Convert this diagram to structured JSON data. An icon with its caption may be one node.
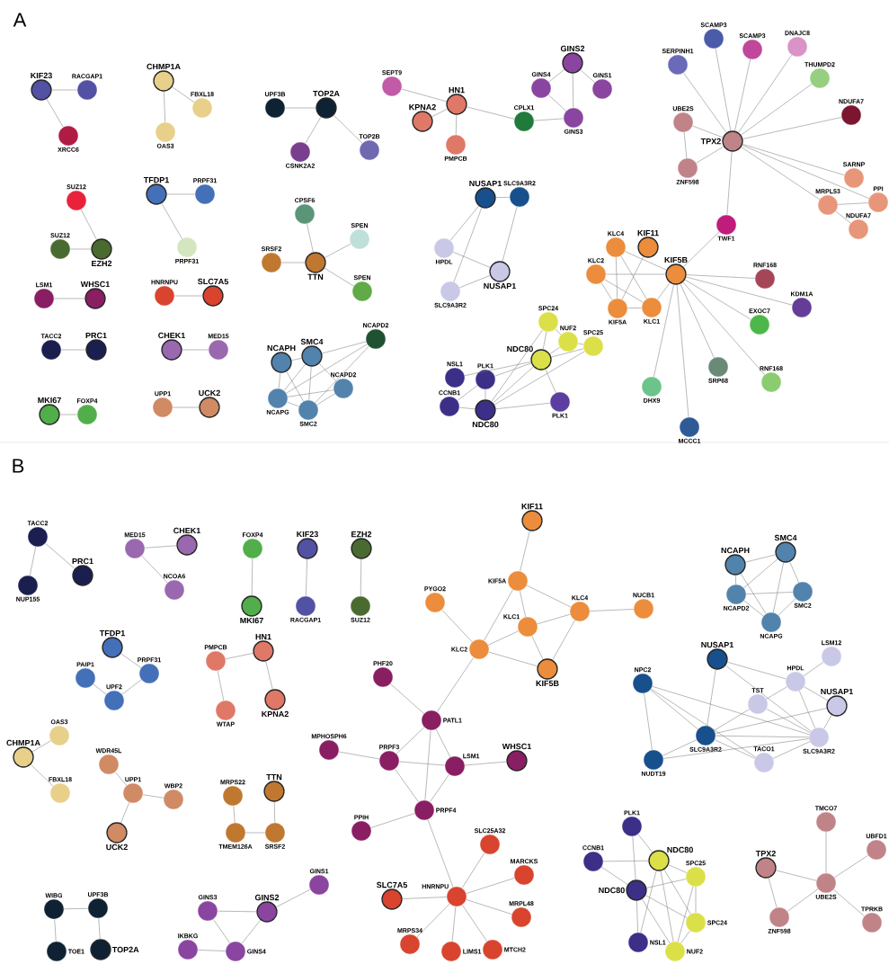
{
  "diagram": {
    "nodes": [
      {
        "text": [
          "KIF23"
        ]
      },
      {
        "text": [
          "RACGAP1"
        ]
      },
      {
        "text": [
          "XRCC6"
        ]
      },
      {
        "text": [
          "CHMP1A"
        ]
      },
      {
        "text": [
          "FBXL18"
        ]
      },
      {
        "text": [
          "OAS3"
        ]
      },
      {
        "text": [
          "UPF3B"
        ]
      },
      {
        "text": [
          "TOP2A"
        ]
      },
      {
        "text": [
          "CSNK2A2"
        ]
      },
      {
        "text": [
          "TOP2B"
        ]
      },
      {
        "text": [
          "SEPT9"
        ]
      },
      {
        "text": [
          "HN1"
        ]
      },
      {
        "text": [
          "KPNA2"
        ]
      },
      {
        "text": [
          "PMPCB"
        ]
      },
      {
        "text": [
          "CPLX1"
        ]
      },
      {
        "text": [
          "GINS2"
        ]
      },
      {
        "text": [
          "GINS4"
        ]
      },
      {
        "text": [
          "GINS1"
        ]
      },
      {
        "text": [
          "GINS3"
        ]
      },
      {
        "text": [
          "SCAMP3"
        ]
      },
      {
        "text": [
          "SCAMP3"
        ]
      },
      {
        "text": [
          "DNAJC8"
        ]
      },
      {
        "text": [
          "SERPINH1"
        ]
      },
      {
        "text": [
          "THUMPD2"
        ]
      },
      {
        "text": [
          "UBE2S"
        ]
      },
      {
        "text": [
          "NDUFA7"
        ]
      },
      {
        "text": [
          "TPX2"
        ]
      },
      {
        "text": [
          "ZNF598"
        ]
      },
      {
        "text": [
          "SARNP"
        ]
      },
      {
        "text": [
          "MRPL53"
        ]
      },
      {
        "text": [
          "PPI"
        ]
      },
      {
        "text": [
          "NDUFA7"
        ]
      },
      {
        "text": [
          "TWF1"
        ]
      },
      {
        "text": [
          "KIF5B"
        ]
      },
      {
        "text": [
          "KLC4"
        ]
      },
      {
        "text": [
          "KIF11"
        ]
      },
      {
        "text": [
          "KLC2"
        ]
      },
      {
        "text": [
          "KIF5A"
        ]
      },
      {
        "text": [
          "KLC1"
        ]
      },
      {
        "text": [
          "RNF168"
        ]
      },
      {
        "text": [
          "KDM1A"
        ]
      },
      {
        "text": [
          "EXOC7"
        ]
      },
      {
        "text": [
          "SRP68"
        ]
      },
      {
        "text": [
          "RNF168"
        ]
      },
      {
        "text": [
          "DHX9"
        ]
      },
      {
        "text": [
          "MCCC1"
        ]
      },
      {
        "text": [
          "NUSAP1"
        ]
      },
      {
        "text": [
          "SLC9A3R2"
        ]
      },
      {
        "text": [
          "HPDL"
        ]
      },
      {
        "text": [
          "NUSAP1"
        ]
      },
      {
        "text": [
          "SLC9A3R2"
        ]
      },
      {
        "text": [
          "CPSF6"
        ]
      },
      {
        "text": [
          "SPEN"
        ]
      },
      {
        "text": [
          "SRSF2"
        ]
      },
      {
        "text": [
          "TTN"
        ]
      },
      {
        "text": [
          "SPEN"
        ]
      },
      {
        "text": [
          "SUZ12"
        ]
      },
      {
        "text": [
          "SUZ12"
        ]
      },
      {
        "text": [
          "EZH2"
        ]
      },
      {
        "text": [
          "TFDP1"
        ]
      },
      {
        "text": [
          "PRPF31"
        ]
      },
      {
        "text": [
          "PRPF31"
        ]
      },
      {
        "text": [
          "LSM1"
        ]
      },
      {
        "text": [
          "WHSC1"
        ]
      },
      {
        "text": [
          "HNRNPU"
        ]
      },
      {
        "text": [
          "SLC7A5"
        ]
      },
      {
        "text": [
          "TACC2"
        ]
      },
      {
        "text": [
          "PRC1"
        ]
      },
      {
        "text": [
          "CHEK1"
        ]
      },
      {
        "text": [
          "MED15"
        ]
      },
      {
        "text": [
          "MKI67"
        ]
      },
      {
        "text": [
          "FOXP4"
        ]
      },
      {
        "text": [
          "UPP1"
        ]
      },
      {
        "text": [
          "UCK2"
        ]
      },
      {
        "text": [
          "NCAPH"
        ]
      },
      {
        "text": [
          "SMC4"
        ]
      },
      {
        "text": [
          "NCAPD2"
        ]
      },
      {
        "text": [
          "NCAPD2"
        ]
      },
      {
        "text": [
          "NCAPG"
        ]
      },
      {
        "text": [
          "SMC2"
        ]
      },
      {
        "text": [
          "SPC24"
        ]
      },
      {
        "text": [
          "NUF2"
        ]
      },
      {
        "text": [
          "SPC25"
        ]
      },
      {
        "text": [
          "NDC80"
        ]
      },
      {
        "text": [
          "NSL1"
        ]
      },
      {
        "text": [
          "PLK1"
        ]
      },
      {
        "text": [
          "CCNB1"
        ]
      },
      {
        "text": [
          "NDC80"
        ]
      },
      {
        "text": [
          "PLK1"
        ]
      },
      {
        "text": [
          "TACC2"
        ]
      },
      {
        "text": [
          "NUP155"
        ]
      },
      {
        "text": [
          "PRC1"
        ]
      },
      {
        "text": [
          "MED15"
        ]
      },
      {
        "text": [
          "CHEK1"
        ]
      },
      {
        "text": [
          "NCOA6"
        ]
      },
      {
        "text": [
          "FOXP4"
        ]
      },
      {
        "text": [
          "MKI67"
        ]
      },
      {
        "text": [
          "KIF23"
        ]
      },
      {
        "text": [
          "RACGAP1"
        ]
      },
      {
        "text": [
          "EZH2"
        ]
      },
      {
        "text": [
          "SUZ12"
        ]
      },
      {
        "text": [
          "TFDP1"
        ]
      },
      {
        "text": [
          "PAIP1"
        ]
      },
      {
        "text": [
          "PRPF31"
        ]
      },
      {
        "text": [
          "UPF2"
        ]
      },
      {
        "text": [
          "PMPCB"
        ]
      },
      {
        "text": [
          "HN1"
        ]
      },
      {
        "text": [
          "WTAP"
        ]
      },
      {
        "text": [
          "KPNA2"
        ]
      },
      {
        "text": [
          "OAS3"
        ]
      },
      {
        "text": [
          "CHMP1A"
        ]
      },
      {
        "text": [
          "FBXL18"
        ]
      },
      {
        "text": [
          "WDR45L"
        ]
      },
      {
        "text": [
          "UPP1"
        ]
      },
      {
        "text": [
          "WBP2"
        ]
      },
      {
        "text": [
          "UCK2"
        ]
      },
      {
        "text": [
          "MRPS22"
        ]
      },
      {
        "text": [
          "TTN"
        ]
      },
      {
        "text": [
          "TMEM126A"
        ]
      },
      {
        "text": [
          "SRSF2"
        ]
      },
      {
        "text": [
          "WIBG"
        ]
      },
      {
        "text": [
          "UPF3B"
        ]
      },
      {
        "text": [
          "TOE1"
        ]
      },
      {
        "text": [
          "TOP2A"
        ]
      },
      {
        "text": [
          "GINS3"
        ]
      },
      {
        "text": [
          "GINS2"
        ]
      },
      {
        "text": [
          "GINS1"
        ]
      },
      {
        "text": [
          "IKBKG"
        ]
      },
      {
        "text": [
          "GINS4"
        ]
      },
      {
        "text": [
          "KIF11"
        ]
      },
      {
        "text": [
          "KIF5A"
        ]
      },
      {
        "text": [
          "PYGO2"
        ]
      },
      {
        "text": [
          "KLC4"
        ]
      },
      {
        "text": [
          "NUCB1"
        ]
      },
      {
        "text": [
          "KLC1"
        ]
      },
      {
        "text": [
          "KLC2"
        ]
      },
      {
        "text": [
          "KIF5B"
        ]
      },
      {
        "text": [
          "PHF20"
        ]
      },
      {
        "text": [
          "PATL1"
        ]
      },
      {
        "text": [
          "MPHOSPH6"
        ]
      },
      {
        "text": [
          "PRPF3"
        ]
      },
      {
        "text": [
          "LSM1"
        ]
      },
      {
        "text": [
          "WHSC1"
        ]
      },
      {
        "text": [
          "PRPF4"
        ]
      },
      {
        "text": [
          "PPIH"
        ]
      },
      {
        "text": [
          "SLC25A32"
        ]
      },
      {
        "text": [
          "MARCKS"
        ]
      },
      {
        "text": [
          "SLC7A5"
        ]
      },
      {
        "text": [
          "HNRNPU"
        ]
      },
      {
        "text": [
          "MRPL48"
        ]
      },
      {
        "text": [
          "MRPS34"
        ]
      },
      {
        "text": [
          "LIMS1"
        ]
      },
      {
        "text": [
          "MTCH2"
        ]
      },
      {
        "text": [
          "NCAPH"
        ]
      },
      {
        "text": [
          "SMC4"
        ]
      },
      {
        "text": [
          "NCAPD2"
        ]
      },
      {
        "text": [
          "SMC2"
        ]
      },
      {
        "text": [
          "NCAPG"
        ]
      },
      {
        "text": [
          "NUSAP1"
        ]
      },
      {
        "text": [
          "LSM12"
        ]
      },
      {
        "text": [
          "HPDL"
        ]
      },
      {
        "text": [
          "NPC2"
        ]
      },
      {
        "text": [
          "TST"
        ]
      },
      {
        "text": [
          "NUSAP1"
        ]
      },
      {
        "text": [
          "SLC9A3R2"
        ]
      },
      {
        "text": [
          "TACO1"
        ]
      },
      {
        "text": [
          "SLC9A3R2"
        ]
      },
      {
        "text": [
          "NUDT19"
        ]
      },
      {
        "text": [
          "PLK1"
        ]
      },
      {
        "text": [
          "CCNB1"
        ]
      },
      {
        "text": [
          "NDC80"
        ]
      },
      {
        "text": [
          "SPC25"
        ]
      },
      {
        "text": [
          "NDC80"
        ]
      },
      {
        "text": [
          "SPC24"
        ]
      },
      {
        "text": [
          "NSL1"
        ]
      },
      {
        "text": [
          "NUF2"
        ]
      },
      {
        "text": [
          "TPX2"
        ]
      },
      {
        "text": [
          "TMCO7"
        ]
      },
      {
        "text": [
          "UBFD1"
        ]
      },
      {
        "text": [
          "UBE2S"
        ]
      },
      {
        "text": [
          "ZNF598"
        ]
      },
      {
        "text": [
          "TPRKB"
        ]
      }
    ],
    "edges": [
      {
        "from": 0,
        "to": 1,
        "arrow": "none"
      },
      {
        "from": 0,
        "to": 2,
        "arrow": "none"
      },
      {
        "from": 3,
        "to": 4,
        "arrow": "none"
      },
      {
        "from": 3,
        "to": 5,
        "arrow": "none"
      },
      {
        "from": 6,
        "to": 7,
        "arrow": "none"
      },
      {
        "from": 7,
        "to": 8,
        "arrow": "none"
      },
      {
        "from": 7,
        "to": 9,
        "arrow": "none"
      },
      {
        "from": 10,
        "to": 11,
        "arrow": "none"
      },
      {
        "from": 11,
        "to": 12,
        "arrow": "none"
      },
      {
        "from": 11,
        "to": 13,
        "arrow": "none"
      },
      {
        "from": 11,
        "to": 14,
        "arrow": "none"
      },
      {
        "from": 14,
        "to": 18,
        "arrow": "none"
      },
      {
        "from": 15,
        "to": 16,
        "arrow": "none"
      },
      {
        "from": 15,
        "to": 17,
        "arrow": "none"
      },
      {
        "from": 15,
        "to": 18,
        "arrow": "none"
      },
      {
        "from": 16,
        "to": 18,
        "arrow": "none"
      },
      {
        "from": 26,
        "to": 19,
        "arrow": "none"
      },
      {
        "from": 26,
        "to": 20,
        "arrow": "none"
      },
      {
        "from": 26,
        "to": 21,
        "arrow": "none"
      },
      {
        "from": 26,
        "to": 22,
        "arrow": "none"
      },
      {
        "from": 26,
        "to": 23,
        "arrow": "none"
      },
      {
        "from": 26,
        "to": 25,
        "arrow": "none"
      },
      {
        "from": 26,
        "to": 24,
        "arrow": "none"
      },
      {
        "from": 26,
        "to": 27,
        "arrow": "none"
      },
      {
        "from": 24,
        "to": 27,
        "arrow": "none"
      },
      {
        "from": 26,
        "to": 28,
        "arrow": "none"
      },
      {
        "from": 26,
        "to": 29,
        "arrow": "none"
      },
      {
        "from": 26,
        "to": 30,
        "arrow": "none"
      },
      {
        "from": 29,
        "to": 30,
        "arrow": "none"
      },
      {
        "from": 29,
        "to": 31,
        "arrow": "none"
      },
      {
        "from": 26,
        "to": 32,
        "arrow": "none"
      },
      {
        "from": 32,
        "to": 33,
        "arrow": "none"
      },
      {
        "from": 33,
        "to": 34,
        "arrow": "none"
      },
      {
        "from": 33,
        "to": 36,
        "arrow": "none"
      },
      {
        "from": 33,
        "to": 38,
        "arrow": "none"
      },
      {
        "from": 33,
        "to": 39,
        "arrow": "none"
      },
      {
        "from": 33,
        "to": 40,
        "arrow": "none"
      },
      {
        "from": 33,
        "to": 41,
        "arrow": "none"
      },
      {
        "from": 33,
        "to": 42,
        "arrow": "none"
      },
      {
        "from": 33,
        "to": 43,
        "arrow": "none"
      },
      {
        "from": 33,
        "to": 44,
        "arrow": "none"
      },
      {
        "from": 33,
        "to": 45,
        "arrow": "none"
      },
      {
        "from": 34,
        "to": 37,
        "arrow": "none"
      },
      {
        "from": 34,
        "to": 38,
        "arrow": "none"
      },
      {
        "from": 36,
        "to": 37,
        "arrow": "none"
      },
      {
        "from": 36,
        "to": 38,
        "arrow": "none"
      },
      {
        "from": 37,
        "to": 38,
        "arrow": "none"
      },
      {
        "from": 35,
        "to": 37,
        "arrow": "none"
      },
      {
        "from": 46,
        "to": 47,
        "arrow": "none"
      },
      {
        "from": 46,
        "to": 48,
        "arrow": "none"
      },
      {
        "from": 46,
        "to": 50,
        "arrow": "none"
      },
      {
        "from": 47,
        "to": 49,
        "arrow": "none"
      },
      {
        "from": 48,
        "to": 49,
        "arrow": "none"
      },
      {
        "from": 49,
        "to": 50,
        "arrow": "none"
      },
      {
        "from": 51,
        "to": 54,
        "arrow": "none"
      },
      {
        "from": 54,
        "to": 52,
        "arrow": "none"
      },
      {
        "from": 53,
        "to": 54,
        "arrow": "none"
      },
      {
        "from": 54,
        "to": 55,
        "arrow": "none"
      },
      {
        "from": 56,
        "to": 58,
        "arrow": "none"
      },
      {
        "from": 57,
        "to": 58,
        "arrow": "none"
      },
      {
        "from": 59,
        "to": 60,
        "arrow": "none"
      },
      {
        "from": 59,
        "to": 61,
        "arrow": "none"
      },
      {
        "from": 62,
        "to": 63,
        "arrow": "none"
      },
      {
        "from": 64,
        "to": 65,
        "arrow": "none"
      },
      {
        "from": 66,
        "to": 67,
        "arrow": "none"
      },
      {
        "from": 68,
        "to": 69,
        "arrow": "none"
      },
      {
        "from": 70,
        "to": 71,
        "arrow": "none"
      },
      {
        "from": 72,
        "to": 73,
        "arrow": "none"
      },
      {
        "from": 74,
        "to": 75,
        "arrow": "none"
      },
      {
        "from": 74,
        "to": 78,
        "arrow": "none"
      },
      {
        "from": 74,
        "to": 79,
        "arrow": "none"
      },
      {
        "from": 75,
        "to": 76,
        "arrow": "none"
      },
      {
        "from": 75,
        "to": 77,
        "arrow": "none"
      },
      {
        "from": 75,
        "to": 78,
        "arrow": "none"
      },
      {
        "from": 75,
        "to": 79,
        "arrow": "none"
      },
      {
        "from": 76,
        "to": 78,
        "arrow": "none"
      },
      {
        "from": 76,
        "to": 79,
        "arrow": "none"
      },
      {
        "from": 77,
        "to": 78,
        "arrow": "none"
      },
      {
        "from": 77,
        "to": 79,
        "arrow": "none"
      },
      {
        "from": 78,
        "to": 79,
        "arrow": "none"
      },
      {
        "from": 83,
        "to": 80,
        "arrow": "none"
      },
      {
        "from": 83,
        "to": 81,
        "arrow": "none"
      },
      {
        "from": 83,
        "to": 82,
        "arrow": "none"
      },
      {
        "from": 80,
        "to": 81,
        "arrow": "none"
      },
      {
        "from": 81,
        "to": 82,
        "arrow": "none"
      },
      {
        "from": 83,
        "to": 85,
        "arrow": "none"
      },
      {
        "from": 83,
        "to": 88,
        "arrow": "none"
      },
      {
        "from": 83,
        "to": 87,
        "arrow": "none"
      },
      {
        "from": 84,
        "to": 83,
        "arrow": "none"
      },
      {
        "from": 85,
        "to": 87,
        "arrow": "none"
      },
      {
        "from": 86,
        "to": 87,
        "arrow": "none"
      },
      {
        "from": 86,
        "to": 85,
        "arrow": "none"
      },
      {
        "from": 87,
        "to": 88,
        "arrow": "none"
      },
      {
        "from": 87,
        "to": 82,
        "arrow": "none"
      },
      {
        "from": 87,
        "to": 80,
        "arrow": "none"
      },
      {
        "from": 89,
        "to": 90,
        "arrow": "none"
      },
      {
        "from": 89,
        "to": 91,
        "arrow": "none"
      },
      {
        "from": 92,
        "to": 93,
        "arrow": "none"
      },
      {
        "from": 92,
        "to": 94,
        "arrow": "none"
      },
      {
        "from": 95,
        "to": 96,
        "arrow": "none"
      },
      {
        "from": 97,
        "to": 98,
        "arrow": "none"
      },
      {
        "from": 99,
        "to": 100,
        "arrow": "none"
      },
      {
        "from": 101,
        "to": 103,
        "arrow": "none"
      },
      {
        "from": 102,
        "to": 104,
        "arrow": "none"
      },
      {
        "from": 104,
        "to": 103,
        "arrow": "none"
      },
      {
        "from": 105,
        "to": 106,
        "arrow": "none"
      },
      {
        "from": 105,
        "to": 107,
        "arrow": "none"
      },
      {
        "from": 106,
        "to": 108,
        "arrow": "none"
      },
      {
        "from": 110,
        "to": 109,
        "arrow": "none"
      },
      {
        "from": 110,
        "to": 111,
        "arrow": "none"
      },
      {
        "from": 112,
        "to": 113,
        "arrow": "none"
      },
      {
        "from": 113,
        "to": 114,
        "arrow": "none"
      },
      {
        "from": 113,
        "to": 115,
        "arrow": "none"
      },
      {
        "from": 116,
        "to": 118,
        "arrow": "none"
      },
      {
        "from": 118,
        "to": 119,
        "arrow": "none"
      },
      {
        "from": 117,
        "to": 119,
        "arrow": "none"
      },
      {
        "from": 120,
        "to": 121,
        "arrow": "none"
      },
      {
        "from": 120,
        "to": 122,
        "arrow": "none"
      },
      {
        "from": 121,
        "to": 123,
        "arrow": "none"
      },
      {
        "from": 124,
        "to": 125,
        "arrow": "none"
      },
      {
        "from": 125,
        "to": 126,
        "arrow": "none"
      },
      {
        "from": 124,
        "to": 128,
        "arrow": "none"
      },
      {
        "from": 125,
        "to": 128,
        "arrow": "none"
      },
      {
        "from": 127,
        "to": 128,
        "arrow": "none"
      },
      {
        "from": 129,
        "to": 130,
        "arrow": "none"
      },
      {
        "from": 130,
        "to": 135,
        "arrow": "none"
      },
      {
        "from": 130,
        "to": 134,
        "arrow": "none"
      },
      {
        "from": 130,
        "to": 132,
        "arrow": "none"
      },
      {
        "from": 132,
        "to": 133,
        "arrow": "none"
      },
      {
        "from": 134,
        "to": 132,
        "arrow": "none"
      },
      {
        "from": 134,
        "to": 135,
        "arrow": "none"
      },
      {
        "from": 134,
        "to": 136,
        "arrow": "none"
      },
      {
        "from": 132,
        "to": 136,
        "arrow": "none"
      },
      {
        "from": 131,
        "to": 135,
        "arrow": "none"
      },
      {
        "from": 135,
        "to": 136,
        "arrow": "none"
      },
      {
        "from": 135,
        "to": 138,
        "arrow": "none"
      },
      {
        "from": 137,
        "to": 138,
        "arrow": "none"
      },
      {
        "from": 138,
        "to": 140,
        "arrow": "none"
      },
      {
        "from": 138,
        "to": 141,
        "arrow": "none"
      },
      {
        "from": 138,
        "to": 143,
        "arrow": "none"
      },
      {
        "from": 139,
        "to": 140,
        "arrow": "none"
      },
      {
        "from": 140,
        "to": 141,
        "arrow": "none"
      },
      {
        "from": 140,
        "to": 143,
        "arrow": "none"
      },
      {
        "from": 141,
        "to": 142,
        "arrow": "none"
      },
      {
        "from": 141,
        "to": 143,
        "arrow": "none"
      },
      {
        "from": 144,
        "to": 143,
        "arrow": "none"
      },
      {
        "from": 143,
        "to": 148,
        "arrow": "none"
      },
      {
        "from": 148,
        "to": 145,
        "arrow": "none"
      },
      {
        "from": 148,
        "to": 146,
        "arrow": "none"
      },
      {
        "from": 148,
        "to": 147,
        "arrow": "none"
      },
      {
        "from": 148,
        "to": 149,
        "arrow": "none"
      },
      {
        "from": 148,
        "to": 150,
        "arrow": "none"
      },
      {
        "from": 148,
        "to": 151,
        "arrow": "none"
      },
      {
        "from": 148,
        "to": 152,
        "arrow": "none"
      },
      {
        "from": 153,
        "to": 154,
        "arrow": "none"
      },
      {
        "from": 153,
        "to": 157,
        "arrow": "none"
      },
      {
        "from": 153,
        "to": 155,
        "arrow": "none"
      },
      {
        "from": 154,
        "to": 155,
        "arrow": "none"
      },
      {
        "from": 154,
        "to": 156,
        "arrow": "none"
      },
      {
        "from": 154,
        "to": 157,
        "arrow": "none"
      },
      {
        "from": 155,
        "to": 156,
        "arrow": "none"
      },
      {
        "from": 155,
        "to": 157,
        "arrow": "none"
      },
      {
        "from": 156,
        "to": 157,
        "arrow": "none"
      },
      {
        "from": 158,
        "to": 160,
        "arrow": "none"
      },
      {
        "from": 158,
        "to": 164,
        "arrow": "none"
      },
      {
        "from": 158,
        "to": 166,
        "arrow": "none"
      },
      {
        "from": 160,
        "to": 159,
        "arrow": "none"
      },
      {
        "from": 160,
        "to": 163,
        "arrow": "none"
      },
      {
        "from": 160,
        "to": 162,
        "arrow": "none"
      },
      {
        "from": 160,
        "to": 166,
        "arrow": "none"
      },
      {
        "from": 161,
        "to": 167,
        "arrow": "none"
      },
      {
        "from": 161,
        "to": 164,
        "arrow": "none"
      },
      {
        "from": 161,
        "to": 165,
        "arrow": "none"
      },
      {
        "from": 161,
        "to": 166,
        "arrow": "none"
      },
      {
        "from": 164,
        "to": 162,
        "arrow": "none"
      },
      {
        "from": 164,
        "to": 163,
        "arrow": "none"
      },
      {
        "from": 164,
        "to": 165,
        "arrow": "none"
      },
      {
        "from": 164,
        "to": 166,
        "arrow": "none"
      },
      {
        "from": 164,
        "to": 167,
        "arrow": "none"
      },
      {
        "from": 167,
        "to": 166,
        "arrow": "none"
      },
      {
        "from": 162,
        "to": 166,
        "arrow": "none"
      },
      {
        "from": 165,
        "to": 166,
        "arrow": "none"
      },
      {
        "from": 163,
        "to": 166,
        "arrow": "none"
      },
      {
        "from": 168,
        "to": 170,
        "arrow": "none"
      },
      {
        "from": 168,
        "to": 172,
        "arrow": "none"
      },
      {
        "from": 169,
        "to": 170,
        "arrow": "none"
      },
      {
        "from": 169,
        "to": 172,
        "arrow": "none"
      },
      {
        "from": 170,
        "to": 171,
        "arrow": "none"
      },
      {
        "from": 170,
        "to": 173,
        "arrow": "none"
      },
      {
        "from": 170,
        "to": 175,
        "arrow": "none"
      },
      {
        "from": 170,
        "to": 174,
        "arrow": "none"
      },
      {
        "from": 172,
        "to": 171,
        "arrow": "none"
      },
      {
        "from": 172,
        "to": 173,
        "arrow": "none"
      },
      {
        "from": 172,
        "to": 175,
        "arrow": "none"
      },
      {
        "from": 172,
        "to": 174,
        "arrow": "none"
      },
      {
        "from": 171,
        "to": 173,
        "arrow": "none"
      },
      {
        "from": 173,
        "to": 175,
        "arrow": "none"
      },
      {
        "from": 171,
        "to": 175,
        "arrow": "none"
      },
      {
        "from": 176,
        "to": 179,
        "arrow": "none"
      },
      {
        "from": 176,
        "to": 180,
        "arrow": "none"
      },
      {
        "from": 177,
        "to": 179,
        "arrow": "none"
      },
      {
        "from": 178,
        "to": 179,
        "arrow": "none"
      },
      {
        "from": 179,
        "to": 180,
        "arrow": "none"
      },
      {
        "from": 179,
        "to": 181,
        "arrow": "none"
      }
    ],
    "labels": [
      "A",
      "B"
    ]
  }
}
